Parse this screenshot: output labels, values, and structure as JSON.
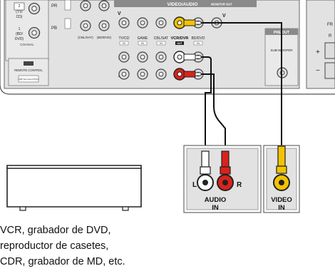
{
  "receiver_panel": {
    "video_audio_header": "VIDEO/AUDIO",
    "monitor_out_header": "MONITOR OUT",
    "v_label": "V",
    "l_label": "L",
    "r_label": "R",
    "pr_label": "PR",
    "pb_label": "PB",
    "input_labels": [
      "TV/CD",
      "GAME",
      "CBL/SAT",
      "VCR/DVR",
      "BD/DVD"
    ],
    "in_tag": "IN",
    "out_tag": "OUT",
    "component_labels": [
      "(CBL/SAT)",
      "(BD/DVD)"
    ],
    "digital_in_labels": [
      "2",
      "(TV/",
      "CD)",
      "1",
      "(BD/",
      "DVD)"
    ],
    "coaxial_label": "COAXIAL",
    "remote_control_label": "REMOTE CONTROL",
    "usb_label": "USB Terminal (NTSC)",
    "pre_out_label": "PRE OUT",
    "subwoofer_label": "SUB-WOOFER",
    "plus_sign": "+",
    "minus_sign": "−",
    "front_labels": [
      "FR",
      "R"
    ]
  },
  "connection_box": {
    "audio_label_line1": "AUDIO",
    "audio_label_line2": "IN",
    "video_label_line1": "VIDEO",
    "video_label_line2": "IN",
    "l_label": "L",
    "r_label": "R"
  },
  "caption_lines": [
    "VCR, grabador de DVD,",
    "reproductor de casetes,",
    "CDR, grabador de MD, etc."
  ],
  "colors": {
    "video_plug": "#f2c300",
    "audio_right_plug": "#d8231c",
    "audio_left_plug": "#ffffff",
    "panel_fill": "#e2e2e2"
  }
}
